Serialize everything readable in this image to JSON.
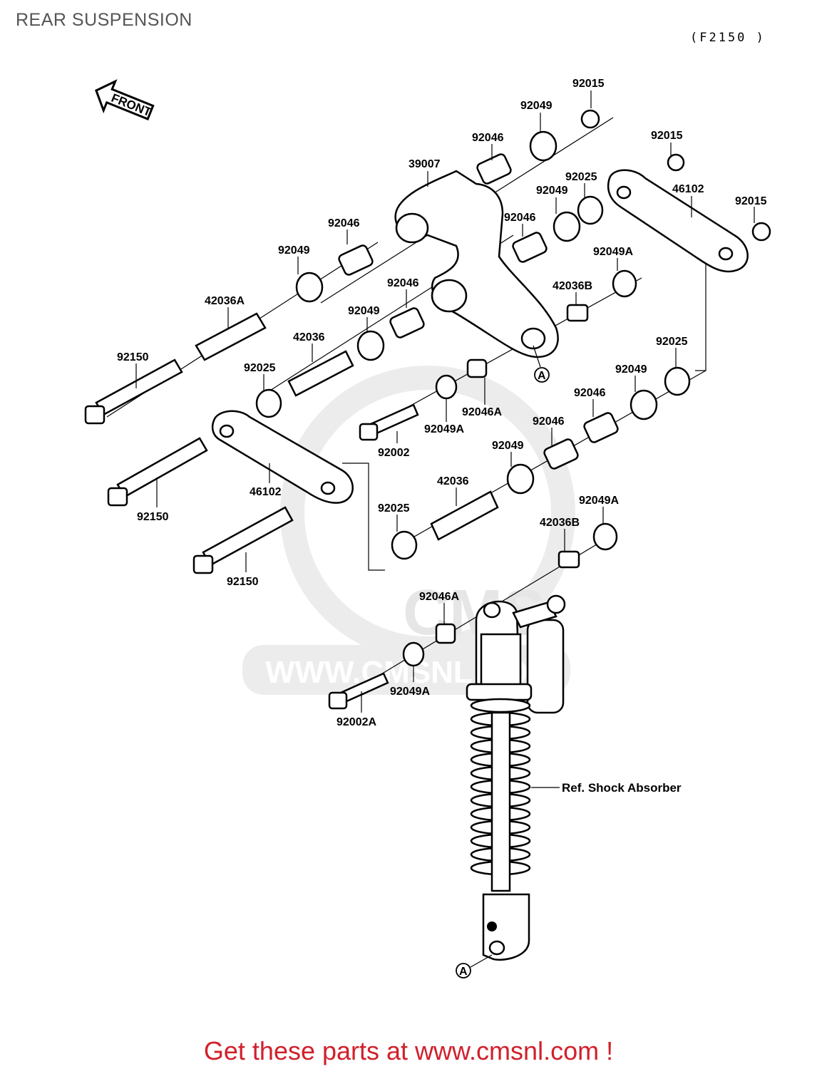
{
  "header": {
    "title": "REAR SUSPENSION",
    "diagram_code": "(F2150 )"
  },
  "front_arrow": {
    "label": "FRONT"
  },
  "watermark": {
    "text": "WWW.CMSNL.COM",
    "logo_text": "CMS"
  },
  "parts": {
    "p92015_a": "92015",
    "p92049_a": "92049",
    "p92046_a": "92046",
    "p39007": "39007",
    "p92015_b": "92015",
    "p92025_a": "92025",
    "p92049_b": "92049",
    "p46102_a": "46102",
    "p92015_c": "92015",
    "p92046_b": "92046",
    "p92046_c": "92046",
    "p92049_c": "92049",
    "p92049A_a": "92049A",
    "p42036B_a": "42036B",
    "p42036A": "42036A",
    "p92046_d": "92046",
    "p92049_d": "92049",
    "p42036_a": "42036",
    "p92150_a": "92150",
    "p92025_b": "92025",
    "p92049_e": "92049",
    "p92025_c": "92025",
    "p92046_e": "92046",
    "p92046A_a": "92046A",
    "p92049A_b": "92049A",
    "p92002": "92002",
    "p92046_f": "92046",
    "p92049_f": "92049",
    "p46102_b": "46102",
    "p92150_b": "92150",
    "p42036_b": "42036",
    "p92025_d": "92025",
    "p92049A_c": "92049A",
    "p42036B_b": "42036B",
    "p92150_c": "92150",
    "p92046A_b": "92046A",
    "p92049A_d": "92049A",
    "p92002A": "92002A",
    "ref_shock": "Ref. Shock Absorber",
    "mark_a1": "A",
    "mark_a2": "A"
  },
  "footer": {
    "cta": "Get these parts at www.cmsnl.com !",
    "cta_color": "#d1202b"
  }
}
